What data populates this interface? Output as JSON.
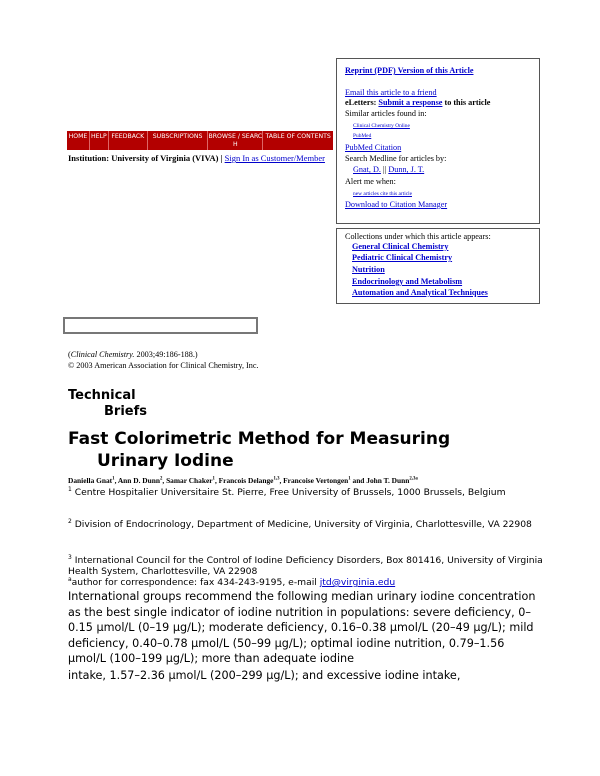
{
  "nav": {
    "home": "HOME",
    "help": "HELP",
    "feedback": "FEEDBACK",
    "subscriptions": "SUBSCRIPTIONS",
    "browse": "BROWSE / SEARCH",
    "toc": "TABLE OF CONTENTS"
  },
  "institution": {
    "label": "Institution:",
    "name": "University of Virginia (VIVA)",
    "sep": "|",
    "sign_in": "Sign In as Customer/Member"
  },
  "sidebar": {
    "reprint": "Reprint (PDF) Version of this Article",
    "email": "Email this article to a friend",
    "eletters_label": "eLetters:",
    "eletters_link": "Submit a response",
    "eletters_suffix": "to this article",
    "similar_label": "Similar articles found in:",
    "similar_clinchem": "Clinical Chemistry Online",
    "similar_pubmed": "PubMed",
    "pubmed_citation": "PubMed Citation",
    "search_medline": "Search Medline for articles by:",
    "author1": "Gnat, D.",
    "author_sep": "||",
    "author2": "Dunn, J. T.",
    "alert_label": "Alert me when:",
    "alert_link": "new articles cite this article",
    "download": "Download to Citation Manager"
  },
  "collections": {
    "label": "Collections under which this article appears:",
    "items": [
      "General Clinical Chemistry",
      "Pediatric Clinical Chemistry",
      "Nutrition",
      "Endocrinology and Metabolism",
      "Automation and Analytical Techniques"
    ]
  },
  "citation": {
    "journal": "Clinical Chemistry.",
    "details": "2003;49:186-188.",
    "copyright": "© 2003 American Association for Clinical Chemistry, Inc."
  },
  "article": {
    "section_line1": "Technical",
    "section_line2": "Briefs",
    "title_line1": "Fast Colorimetric Method for Measuring",
    "title_line2": "Urinary Iodine",
    "authors": "Daniella Gnat1, Ann D. Dunn2, Samar Chaker1, Francois Delange1,3, Francoise Vertongen1 and John T. Dunn2,3a",
    "aff1": "Centre Hospitalier Universitaire St. Pierre, Free University of Brussels, 1000 Brussels, Belgium",
    "aff2": "Division of Endocrinology, Department of Medicine, University of Virginia, Charlottesville, VA 22908",
    "aff3": "International Council for the Control of Iodine Deficiency Disorders, Box 801416, University of Virginia Health System, Charlottesville, VA 22908",
    "correspondence_prefix": "author for correspondence: fax 434-243-9195, e-mail",
    "email": "jtd@virginia.edu",
    "body_p1": "International groups recommend the following median urinary iodine concentration as the best single indicator of iodine nutrition in populations: severe deficiency, 0–0.15 µmol/L (0–19 µg/L); moderate deficiency, 0.16–0.38 µmol/L (20–49 µg/L); mild deficiency, 0.40–0.78 µmol/L (50–99 µg/L); optimal iodine nutrition, 0.79–1.56 µmol/L (100–199 µg/L); more than adequate iodine",
    "body_p2": "intake, 1.57–2.36 µmol/L (200–299 µg/L); and excessive iodine intake,"
  },
  "colors": {
    "nav_bg": "#b30000",
    "link": "#0000cc"
  }
}
